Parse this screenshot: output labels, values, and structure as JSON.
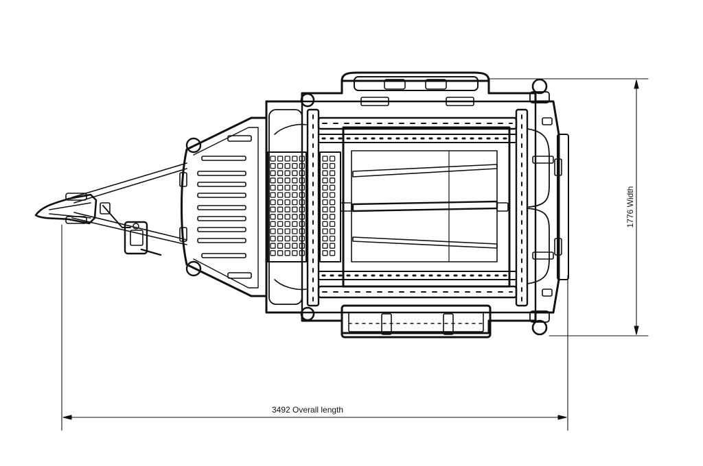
{
  "dimensions": {
    "overall_length": {
      "value": "3492",
      "label": "Overall length"
    },
    "width": {
      "value": "1776",
      "label": "Width"
    }
  },
  "stroke_color": "#111111",
  "background_color": "#ffffff"
}
